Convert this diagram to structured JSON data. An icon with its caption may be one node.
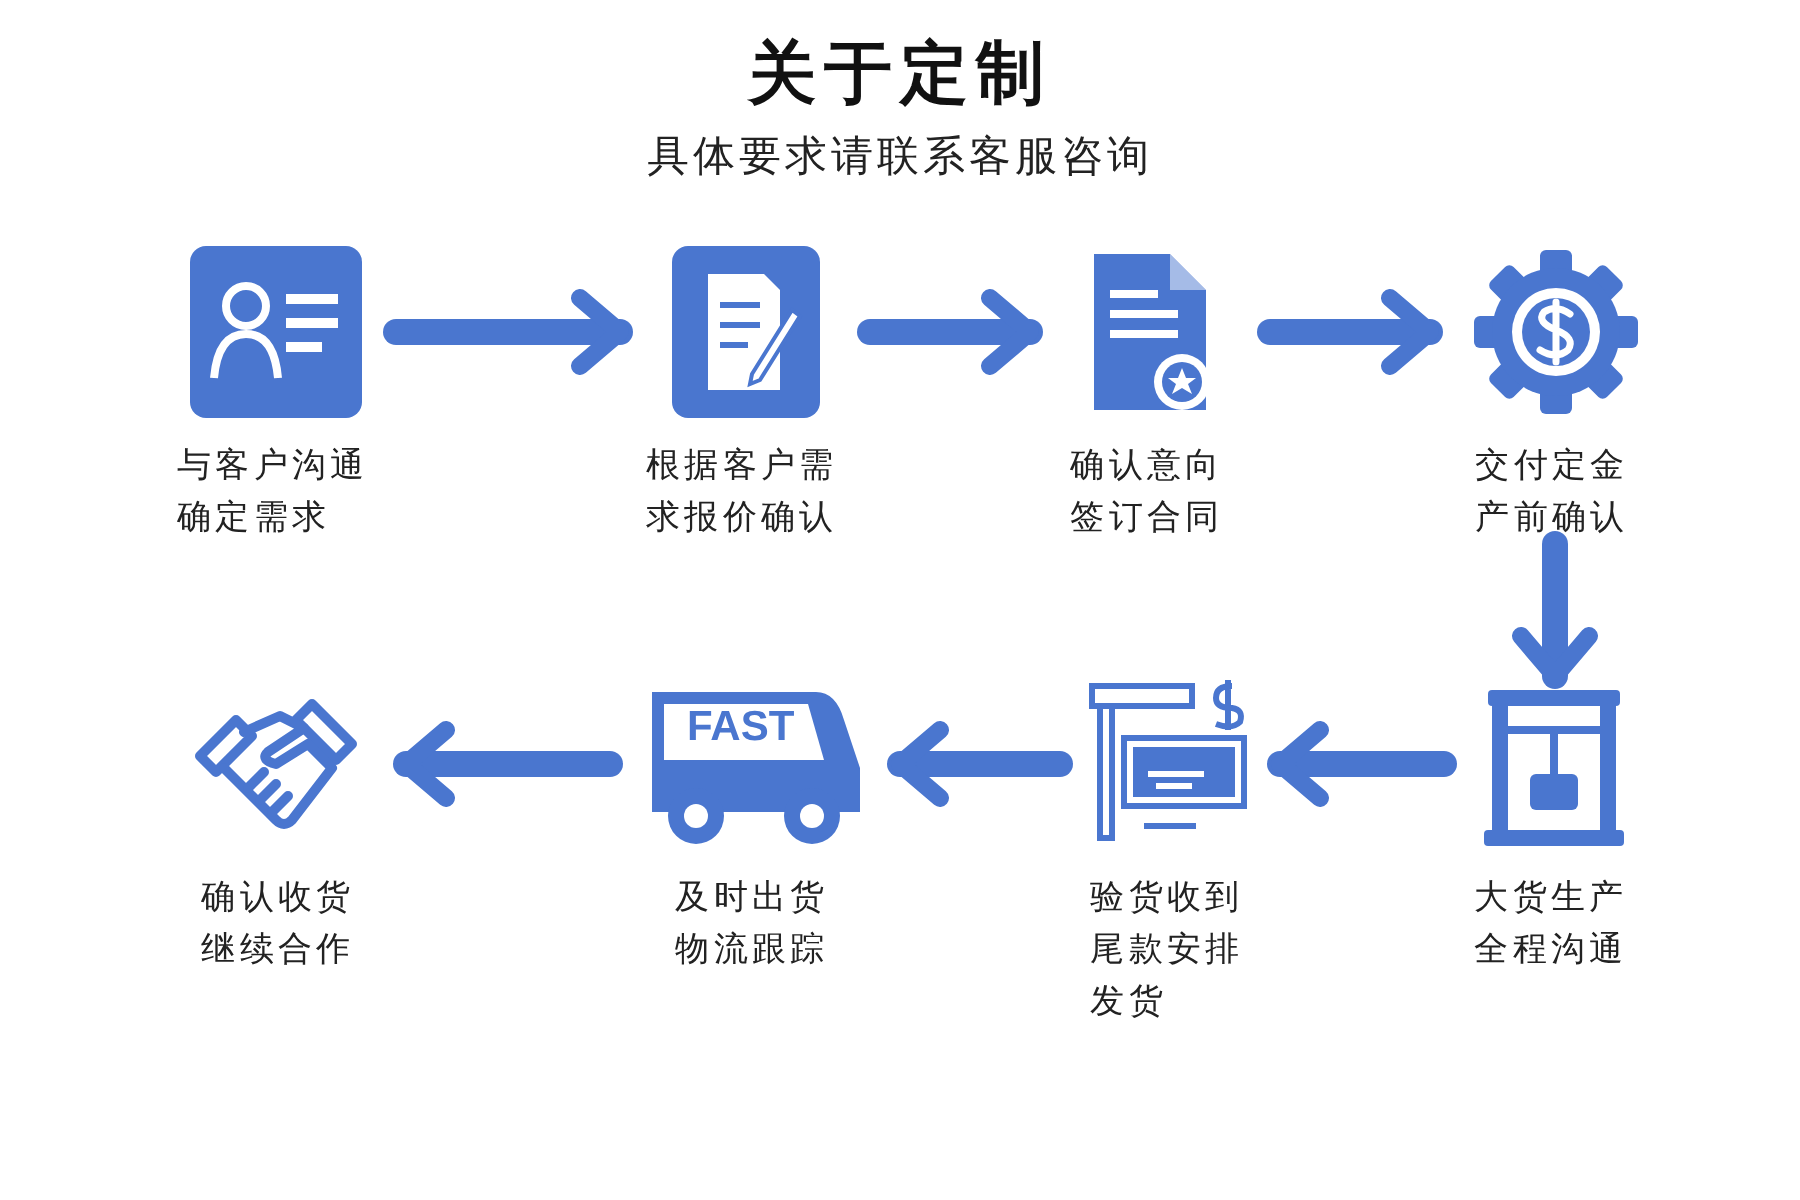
{
  "diagram": {
    "title": "关于定制",
    "nodes": [
      {
        "text": [
          "与客户沟通确定需求"
        ]
      },
      {
        "text": [
          "根据客户需求报价确认"
        ]
      },
      {
        "text": [
          "确认意向签订合同"
        ]
      },
      {
        "text": [
          "交付定金产前确认"
        ]
      },
      {
        "text": [
          "大货生产全程沟通"
        ]
      },
      {
        "text": [
          "验货收到尾款安排发货"
        ]
      },
      {
        "text": [
          "及时出货物流跟踪"
        ]
      },
      {
        "text": [
          "确认收货继续合作"
        ]
      }
    ],
    "edges": [
      {
        "from": 0,
        "to": 1,
        "arrow": "to"
      },
      {
        "from": 1,
        "to": 2,
        "arrow": "to"
      },
      {
        "from": 2,
        "to": 3,
        "arrow": "to"
      },
      {
        "from": 3,
        "to": 4,
        "arrow": "to"
      },
      {
        "from": 4,
        "to": 5,
        "arrow": "to"
      },
      {
        "from": 5,
        "to": 6,
        "arrow": "to"
      },
      {
        "from": 6,
        "to": 7,
        "arrow": "to"
      }
    ],
    "labels": [
      "具体要求请联系客服咨询",
      "FAST"
    ]
  }
}
